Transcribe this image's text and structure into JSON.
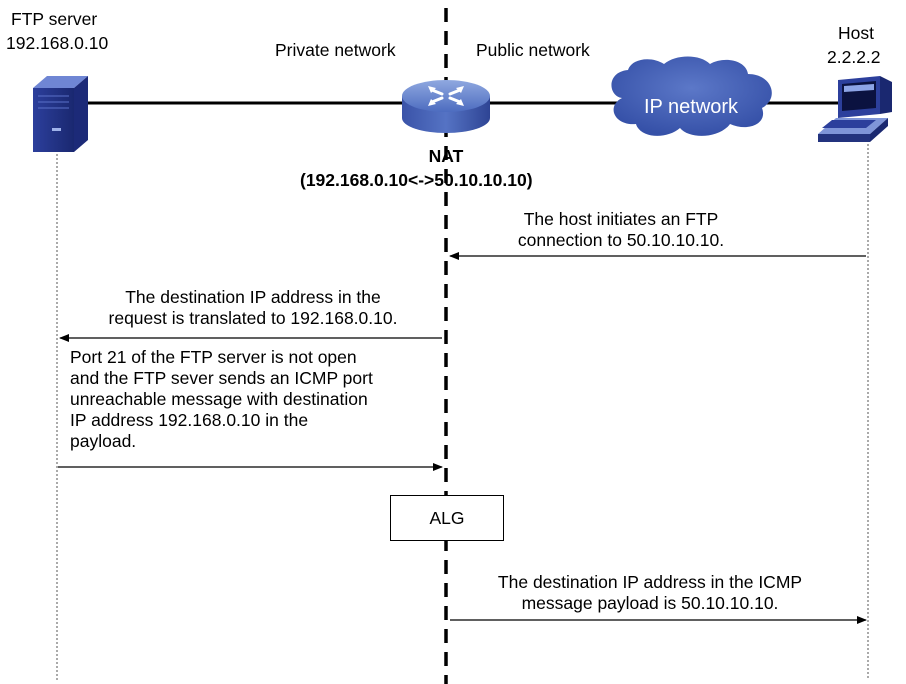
{
  "nodes": {
    "ftp_server": {
      "name": "FTP server",
      "ip": "192.168.0.10"
    },
    "host": {
      "name": "Host",
      "ip": "2.2.2.2"
    },
    "nat": {
      "name": "NAT",
      "mapping": "(192.168.0.10<->50.10.10.10)"
    },
    "cloud": {
      "label": "IP network"
    }
  },
  "zones": {
    "private": "Private network",
    "public": "Public network"
  },
  "alg": "ALG",
  "messages": [
    {
      "lines": [
        "The host initiates an FTP",
        "connection to 50.10.10.10."
      ],
      "from": "host",
      "to": "nat"
    },
    {
      "lines": [
        "The destination IP address in the",
        "request is translated to 192.168.0.10."
      ],
      "from": "nat",
      "to": "ftp_server"
    },
    {
      "lines": [
        "Port 21 of the FTP server is not open",
        "and the FTP sever sends an ICMP port",
        "unreachable message with destination",
        "IP address 192.168.0.10 in the",
        "payload."
      ],
      "from": "ftp_server",
      "to": "nat"
    },
    {
      "lines": [
        "The destination IP address in the ICMP",
        "message payload is 50.10.10.10."
      ],
      "from": "nat",
      "to": "host"
    }
  ]
}
